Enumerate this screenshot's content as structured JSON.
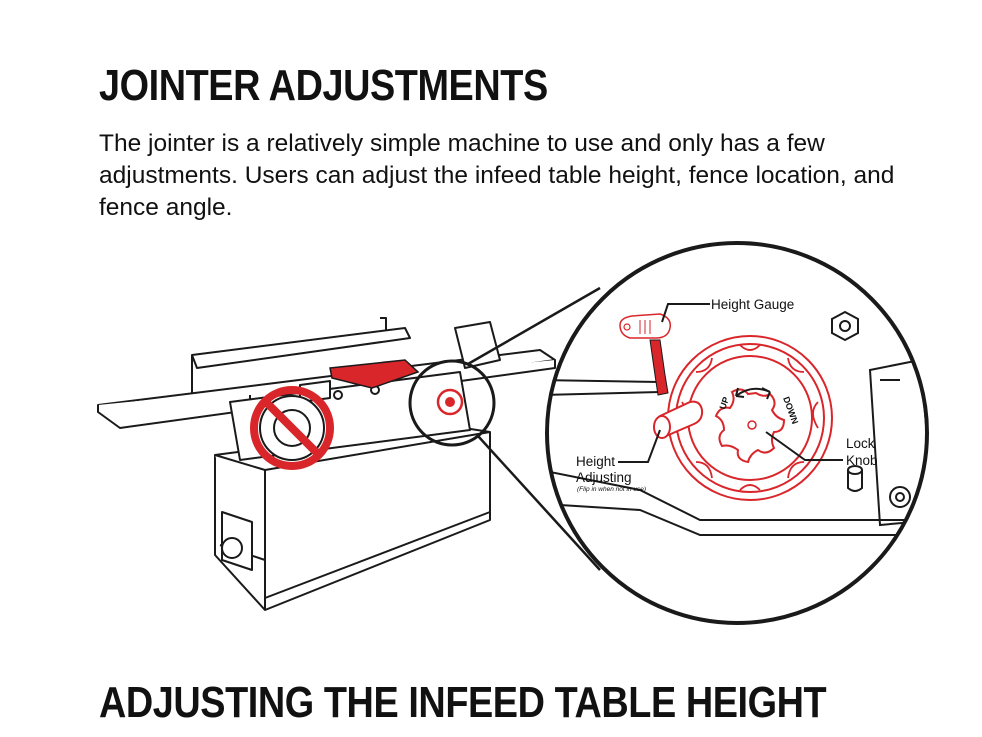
{
  "page": {
    "title": "JOINTER ADJUSTMENTS",
    "intro": "The jointer is a relatively simple machine to use and only has a few adjustments. Users can adjust the infeed table height, fence location, and fence angle.",
    "section_heading": "ADJUSTING THE INFEED TABLE HEIGHT"
  },
  "illustration": {
    "callouts": {
      "height_gauge": "Height Gauge",
      "height_adjusting_line1": "Height",
      "height_adjusting_line2": "Adjusting",
      "height_adjusting_note": "(Flip in when not in use)",
      "lock_knob_line1": "Lock",
      "lock_knob_line2": "Knob",
      "up": "UP",
      "down": "DOWN"
    },
    "colors": {
      "accent": "#d9262b",
      "line": "#1a1a1a"
    }
  }
}
